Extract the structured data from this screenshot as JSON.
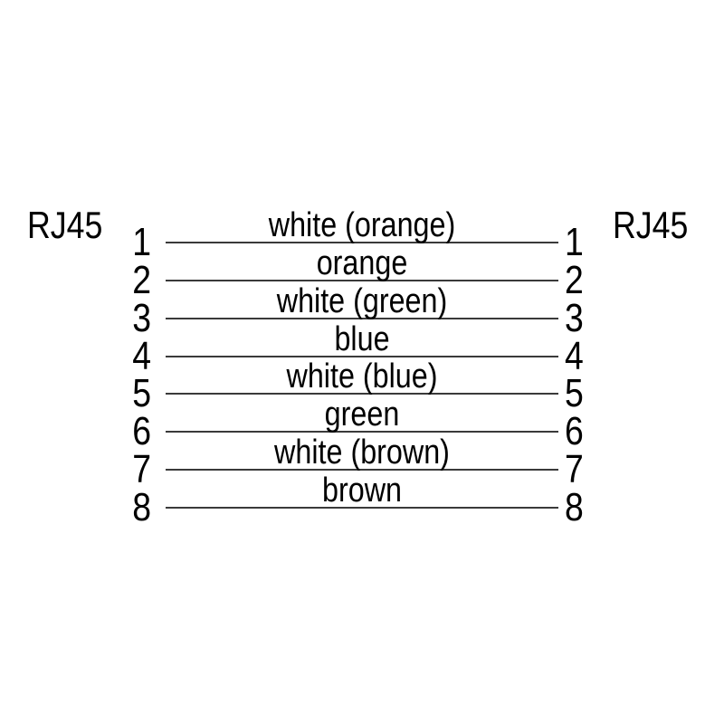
{
  "diagram": {
    "kind": "rj45-straight-through-cable-pinout",
    "connector_left": {
      "label": "RJ45"
    },
    "connector_right": {
      "label": "RJ45"
    },
    "pins": [
      {
        "left_pin": "1",
        "wire": "white (orange)",
        "right_pin": "1"
      },
      {
        "left_pin": "2",
        "wire": "orange",
        "right_pin": "2"
      },
      {
        "left_pin": "3",
        "wire": "white (green)",
        "right_pin": "3"
      },
      {
        "left_pin": "4",
        "wire": "blue",
        "right_pin": "4"
      },
      {
        "left_pin": "5",
        "wire": "white (blue)",
        "right_pin": "5"
      },
      {
        "left_pin": "6",
        "wire": "green",
        "right_pin": "6"
      },
      {
        "left_pin": "7",
        "wire": "white (brown)",
        "right_pin": "7"
      },
      {
        "left_pin": "8",
        "wire": "brown",
        "right_pin": "8"
      }
    ],
    "colors": {
      "background": "#ffffff",
      "text": "#000000",
      "line": "#3a3a3a"
    }
  }
}
